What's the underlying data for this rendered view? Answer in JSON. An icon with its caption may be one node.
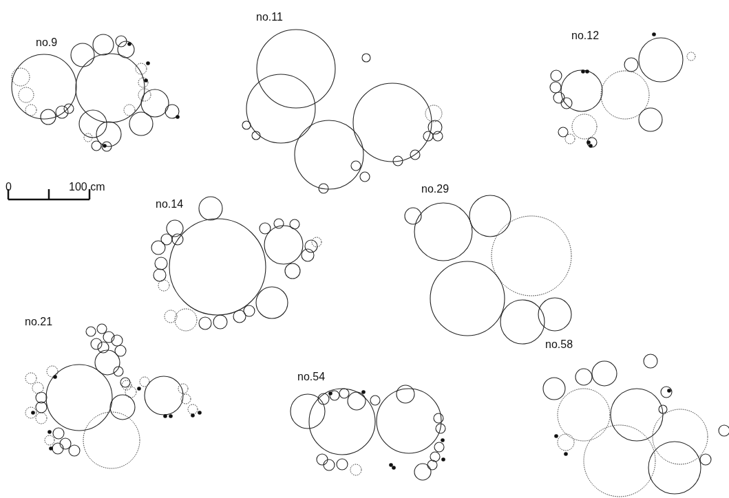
{
  "diagram": {
    "labels": [
      "no.9",
      "no.11",
      "no.12",
      "0",
      "100 cm",
      "no.14",
      "no.29",
      "no.21",
      "no.58",
      "no.54"
    ]
  }
}
